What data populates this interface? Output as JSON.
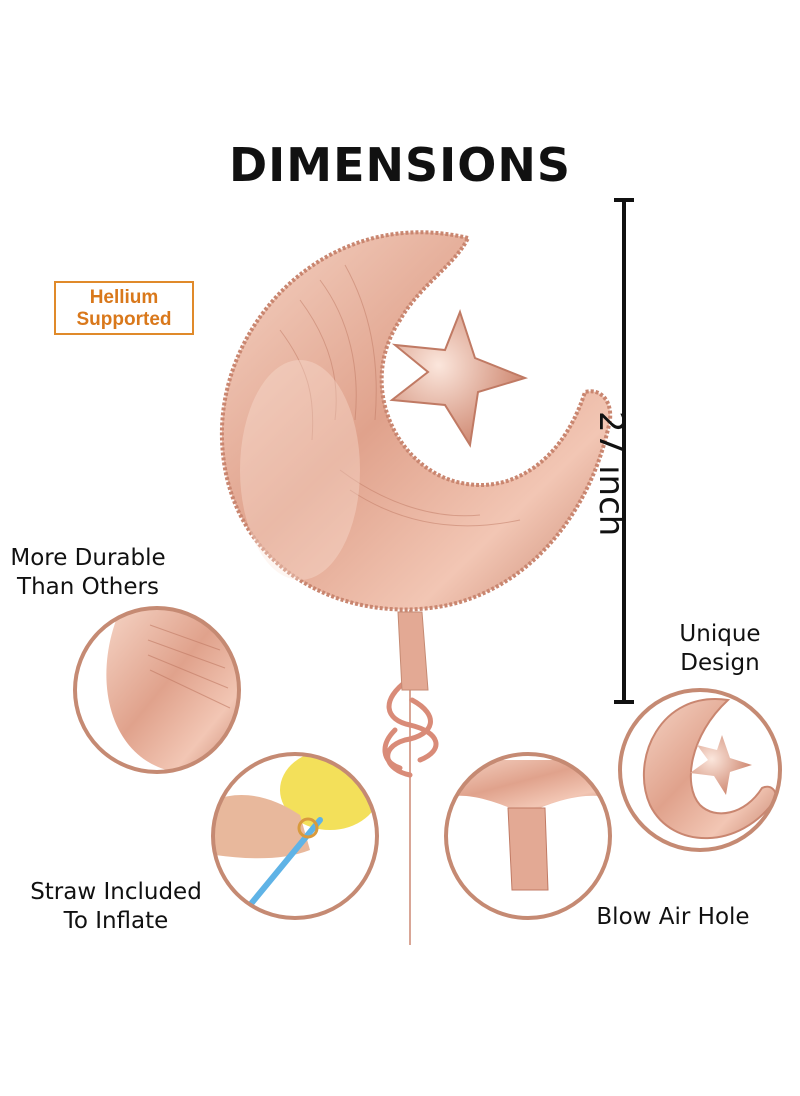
{
  "header": {
    "title": "DIMENSIONS"
  },
  "badge": {
    "line1": "Hellium",
    "line2": "Supported"
  },
  "dimension": {
    "label": "27 inch"
  },
  "features": {
    "durable": {
      "line1": "More Durable",
      "line2": "Than Others"
    },
    "unique": {
      "line1": "Unique",
      "line2": "Design"
    },
    "straw": {
      "line1": "Straw Included",
      "line2": "To Inflate"
    },
    "hole": {
      "label": "Blow Air Hole"
    }
  },
  "colors": {
    "rose_gold": "#e2a48e",
    "rose_gold_dark": "#b8735f",
    "circle_border": "#c58a73",
    "badge_orange": "#e08a2a",
    "ribbon": "#d98b78",
    "straw_blue": "#5fb3e6",
    "yellow_balloon": "#f3e05a"
  }
}
